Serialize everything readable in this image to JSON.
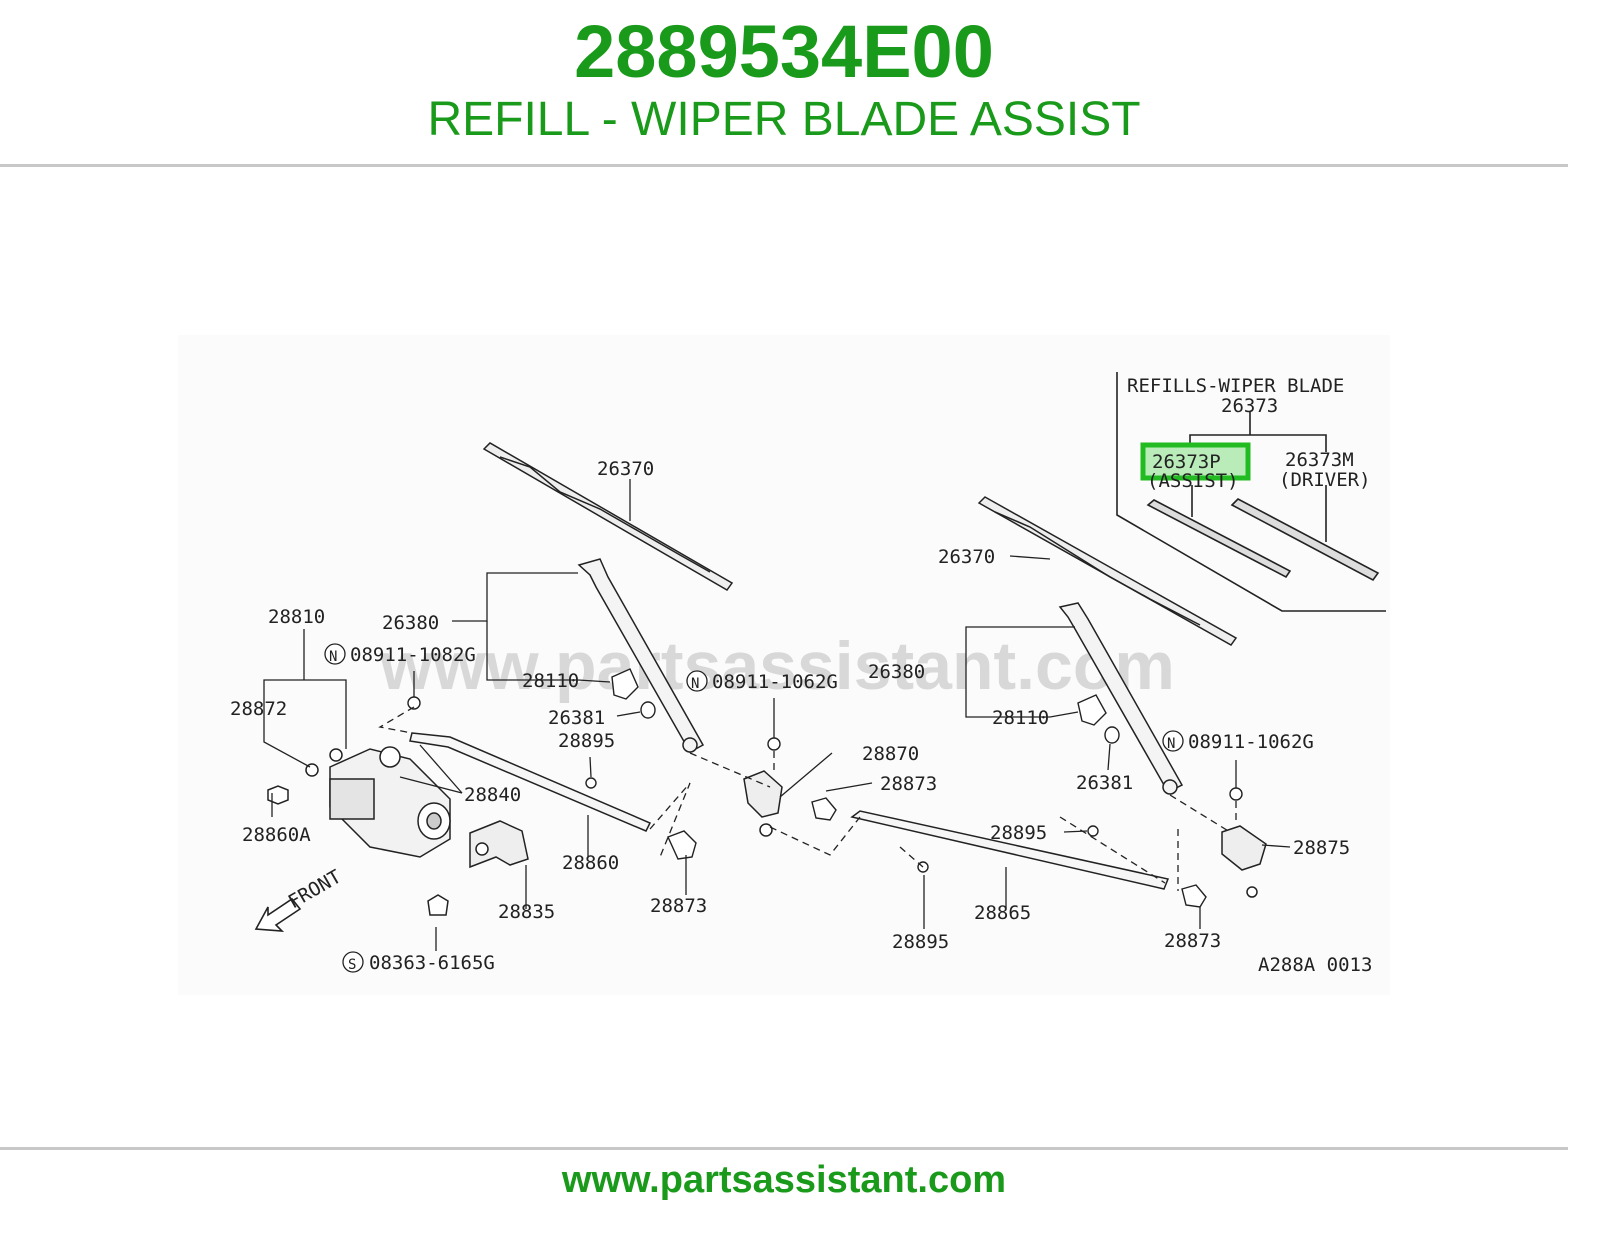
{
  "header": {
    "part_number": "2889534E00",
    "part_title": "REFILL - WIPER BLADE ASSIST"
  },
  "footer": {
    "url": "www.partsassistant.com"
  },
  "diagram": {
    "watermark": "www.partsassistant.com",
    "diagram_code": "A288A 0013",
    "front_label": "FRONT",
    "inset": {
      "title": "REFILLS-WIPER BLADE",
      "group_number": "26373",
      "assist_number": "26373P",
      "assist_label": "(ASSIST)",
      "driver_number": "26373M",
      "driver_label": "(DRIVER)"
    },
    "callouts": {
      "blade_left": "26370",
      "blade_right": "26370",
      "arm_left": "26380",
      "arm_right": "26380",
      "cap_left": "28110",
      "cap_right": "28110",
      "washer_left": "26381",
      "washer_right": "26381",
      "nut_left": "08911-1082G",
      "nut_mid": "08911-1062G",
      "nut_right": "08911-1062G",
      "motor_assy": "28810",
      "grommet": "28872",
      "motor": "28840",
      "bolt": "28860A",
      "link_left": "28860",
      "bracket": "28835",
      "screw": "08363-6165G",
      "nut_28895_a": "28895",
      "nut_28895_b": "28895",
      "nut_28895_c": "28895",
      "pivot_left": "28870",
      "bush_a": "28873",
      "bush_b": "28873",
      "bush_c": "28873",
      "link_right": "28865",
      "pivot_right": "28875"
    },
    "symbols": {
      "n": "N",
      "s": "S"
    },
    "highlight_color": "#22bb22"
  }
}
